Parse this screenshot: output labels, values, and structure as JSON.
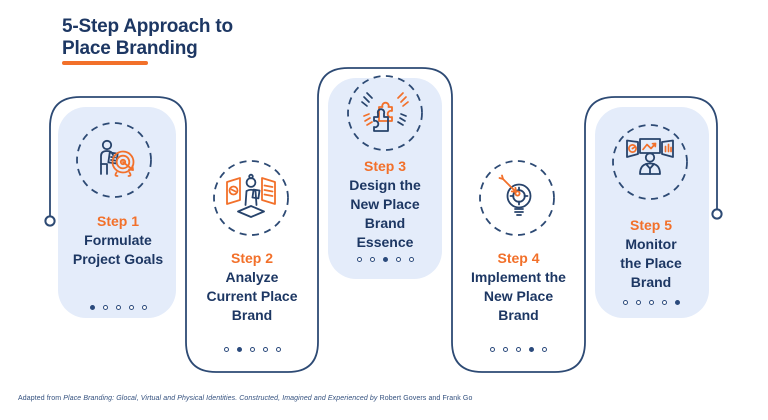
{
  "title": {
    "line1": "5-Step Approach to",
    "line2": "Place Branding"
  },
  "steps": [
    {
      "label": "Step 1",
      "lines": [
        "Formulate",
        "Project Goals"
      ],
      "icon": "person-target-icon",
      "highlighted": true,
      "dots": {
        "count": 5,
        "active": 1
      }
    },
    {
      "label": "Step 2",
      "lines": [
        "Analyze",
        "Current Place",
        "Brand"
      ],
      "icon": "person-analysis-boards-icon",
      "highlighted": false,
      "dots": {
        "count": 5,
        "active": 2
      }
    },
    {
      "label": "Step 3",
      "lines": [
        "Design the",
        "New Place",
        "Brand",
        "Essence"
      ],
      "icon": "puzzle-hands-icon",
      "highlighted": true,
      "dots": {
        "count": 5,
        "active": 3
      }
    },
    {
      "label": "Step 4",
      "lines": [
        "Implement the",
        "New Place",
        "Brand"
      ],
      "icon": "lightbulb-dart-icon",
      "highlighted": false,
      "dots": {
        "count": 5,
        "active": 4
      }
    },
    {
      "label": "Step 5",
      "lines": [
        "Monitor",
        "the Place",
        "Brand"
      ],
      "icon": "monitors-person-icon",
      "highlighted": true,
      "dots": {
        "count": 5,
        "active": 5
      }
    }
  ],
  "footer": {
    "adapted_prefix": "Adapted from ",
    "book_title_italic": "Place Branding: Glocal, Virtual and Physical Identities. Constructed, Imagined and Experienced by",
    "authors_suffix": " Robert Govers and Frank Go"
  },
  "colors": {
    "navy_text": "#1d3763",
    "orange_accent": "#f2702a",
    "light_blue_fill": "#e4ecfa",
    "outline_navy": "#2d4a74"
  }
}
